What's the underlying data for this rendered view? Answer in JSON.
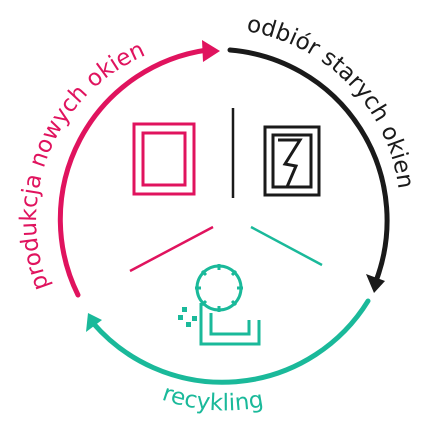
{
  "labels": {
    "new_windows": "produkcja nowych okien",
    "old_windows": "odbiór starych okien",
    "recycling": "recykling"
  },
  "colors": {
    "magenta": "#e0135e",
    "black": "#1a1a1a",
    "teal": "#1ab99a"
  },
  "icons": {
    "new_window": "new-window-icon",
    "broken_window": "broken-window-icon",
    "recycling_gear": "recycling-gear-icon"
  }
}
